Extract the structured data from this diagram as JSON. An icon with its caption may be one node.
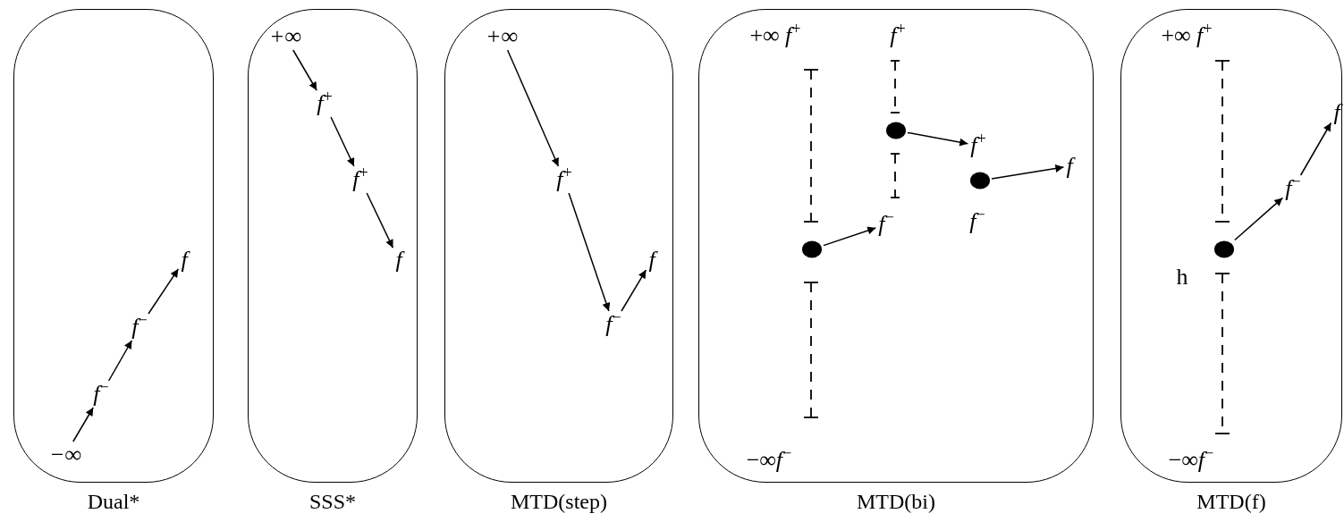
{
  "diagram": {
    "nodes": [
      {
        "text": [],
        "shape": "box",
        "beside": [
          "Dual*"
        ]
      },
      {
        "text": [
          "−∞"
        ],
        "in": 0
      },
      {
        "text": [
          "f$^{−}$"
        ],
        "in": 0
      },
      {
        "text": [
          "f$^{−}$"
        ],
        "in": 0
      },
      {
        "text": [
          "f"
        ],
        "in": 0
      },
      {
        "text": [],
        "shape": "box",
        "beside": [
          "SSS*"
        ]
      },
      {
        "text": [
          "+∞"
        ],
        "in": 5
      },
      {
        "text": [
          "f$^{+}$"
        ],
        "in": 5
      },
      {
        "text": [
          "f$^{+}$"
        ],
        "in": 5
      },
      {
        "text": [
          "f"
        ],
        "in": 5
      },
      {
        "text": [],
        "shape": "box",
        "beside": [
          "MTD(step)"
        ]
      },
      {
        "text": [
          "+∞"
        ],
        "in": 10
      },
      {
        "text": [
          "f$^{+}$"
        ],
        "in": 10
      },
      {
        "text": [
          "f$^{−}$"
        ],
        "in": 10
      },
      {
        "text": [
          "f"
        ],
        "in": 10
      },
      {
        "text": [],
        "shape": "box",
        "beside": [
          "MTD(bi)"
        ]
      },
      {
        "text": [],
        "shape": "circle",
        "in": 15
      },
      {
        "text": [
          "f$^{−}$"
        ],
        "in": 15
      },
      {
        "text": [],
        "shape": "circle",
        "in": 15
      },
      {
        "text": [
          "f$^{+}$"
        ],
        "in": 15
      },
      {
        "text": [],
        "shape": "circle",
        "in": 15
      },
      {
        "text": [
          "f"
        ],
        "in": 15
      },
      {
        "text": [],
        "shape": "box",
        "beside": [
          "MTD(f)"
        ]
      },
      {
        "text": [],
        "shape": "circle",
        "in": 22
      },
      {
        "text": [
          "f$^{−}$"
        ],
        "in": 22
      },
      {
        "text": [
          "f"
        ],
        "in": 22
      }
    ],
    "edges": [
      {
        "from": 1,
        "to": 2,
        "arrow": "to"
      },
      {
        "from": 2,
        "to": 3,
        "arrow": "to"
      },
      {
        "from": 3,
        "to": 4,
        "arrow": "to"
      },
      {
        "from": 6,
        "to": 7,
        "arrow": "to"
      },
      {
        "from": 7,
        "to": 8,
        "arrow": "to"
      },
      {
        "from": 8,
        "to": 9,
        "arrow": "to"
      },
      {
        "from": 11,
        "to": 12,
        "arrow": "to"
      },
      {
        "from": 12,
        "to": 13,
        "arrow": "to"
      },
      {
        "from": 13,
        "to": 14,
        "arrow": "to"
      },
      {
        "from": 16,
        "to": 17,
        "arrow": "to"
      },
      {
        "from": 18,
        "to": 19,
        "arrow": "to"
      },
      {
        "from": 20,
        "to": 21,
        "arrow": "to"
      },
      {
        "from": 23,
        "to": 24,
        "arrow": "to"
      },
      {
        "from": 24,
        "to": 25,
        "arrow": "to"
      }
    ],
    "labels": [
      "+∞ *f*$^{+}$",
      "*f*$^{+}$",
      "*f*$^{−}$",
      "−∞*f*$^{−}$",
      "+∞ *f*$^{+}$",
      "h",
      "−∞*f*$^{−}$"
    ]
  }
}
